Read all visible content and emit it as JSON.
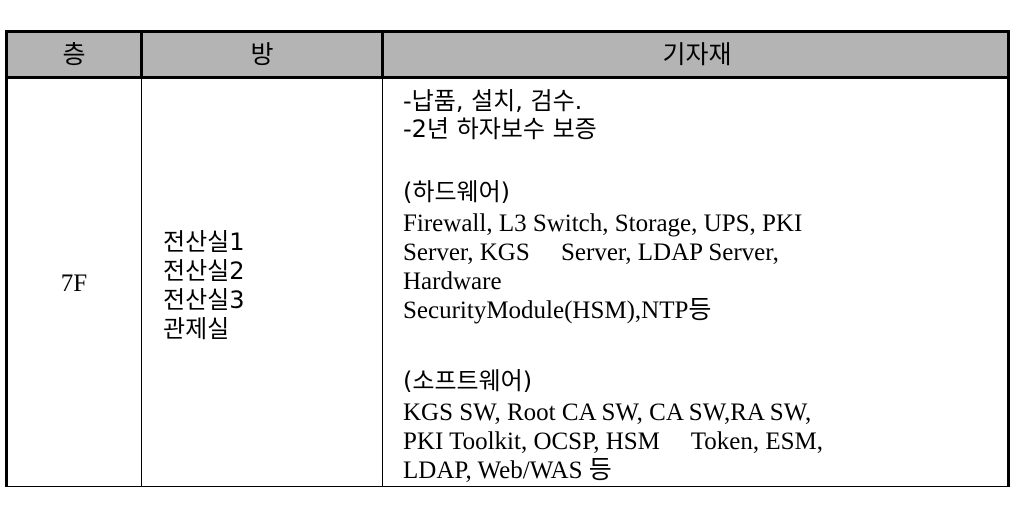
{
  "table": {
    "headers": [
      "층",
      "방",
      "기자재"
    ],
    "row": {
      "floor": "7F",
      "rooms": [
        "전산실1",
        "전산실2",
        "전산실3",
        "관제실"
      ],
      "equipment": {
        "intro": [
          "-납품, 설치, 검수.",
          "-2년 하자보수 보증"
        ],
        "hardware_title": "(하드웨어)",
        "hardware_lines": [
          "Firewall, L3 Switch, Storage, UPS, PKI",
          "Server, KGS     Server, LDAP Server,",
          "Hardware",
          "SecurityModule(HSM),NTP등"
        ],
        "software_title": "(소프트웨어)",
        "software_lines": [
          "KGS SW, Root CA SW, CA SW,RA SW,",
          "PKI Toolkit, OCSP, HSM     Token, ESM,",
          "LDAP, Web/WAS 등"
        ]
      }
    }
  }
}
